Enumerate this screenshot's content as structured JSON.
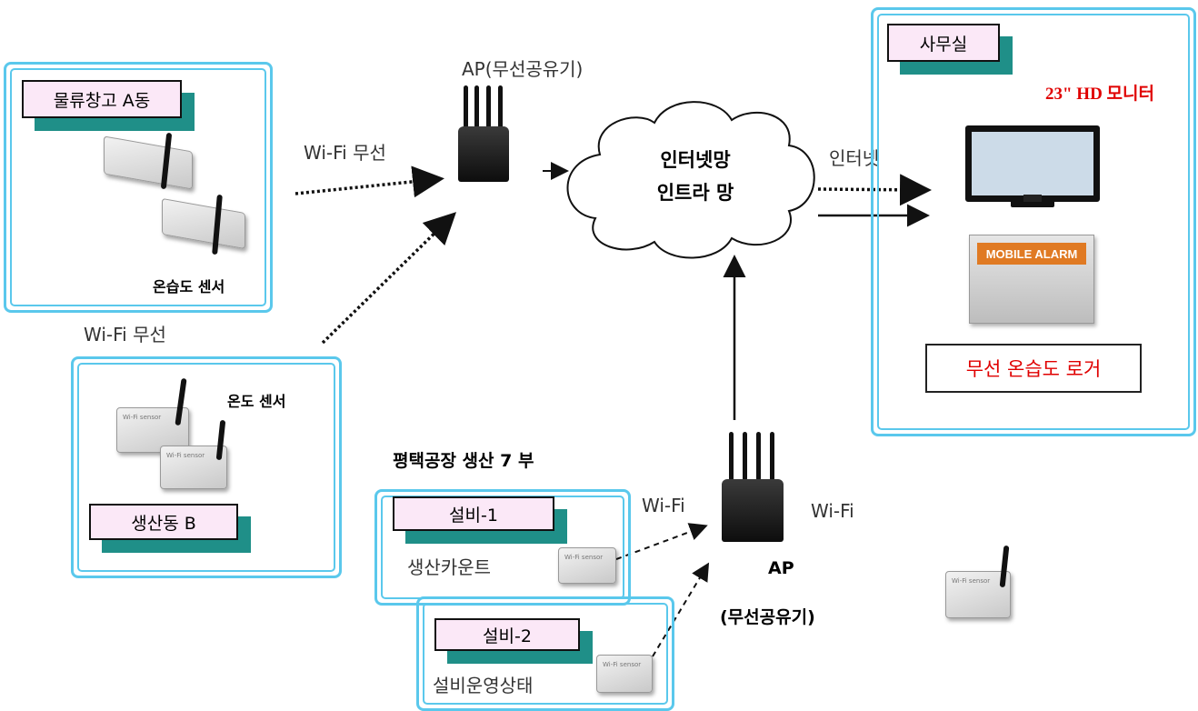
{
  "warehouse": {
    "label": "물류창고 A동",
    "sensor_caption": "온습도 센서"
  },
  "production_b": {
    "label": "생산동 B",
    "sensor_caption": "온도 센서"
  },
  "left_wifi_label": "Wi-Fi 무선",
  "top_wifi_label": "Wi-Fi 무선",
  "top_ap_label": "AP(무선공유기)",
  "cloud": {
    "line1": "인터넷망",
    "line2": "인트라 망"
  },
  "internet_label": "인터넷",
  "office": {
    "label": "사무실",
    "monitor_caption": "23\" HD 모니터",
    "alarm_device_text": "MOBILE ALARM",
    "logger_label": "무선 온습도 로거"
  },
  "factory_title": "평택공장 생산 7 부",
  "equipment1": {
    "label": "설비-1",
    "caption": "생산카운트"
  },
  "equipment2": {
    "label": "설비-2",
    "caption": "설비운영상태"
  },
  "bottom_ap": {
    "wifi_left": "Wi-Fi",
    "wifi_right": "Wi-Fi",
    "label1": "AP",
    "label2": "(무선공유기)"
  },
  "sensor_device_text": "Wi-Fi sensor",
  "colors": {
    "box_border": "#5ac8ec",
    "plate_fill": "#fbe8f7",
    "plate_shadow": "#1f8f88",
    "accent_red": "#e00000"
  }
}
